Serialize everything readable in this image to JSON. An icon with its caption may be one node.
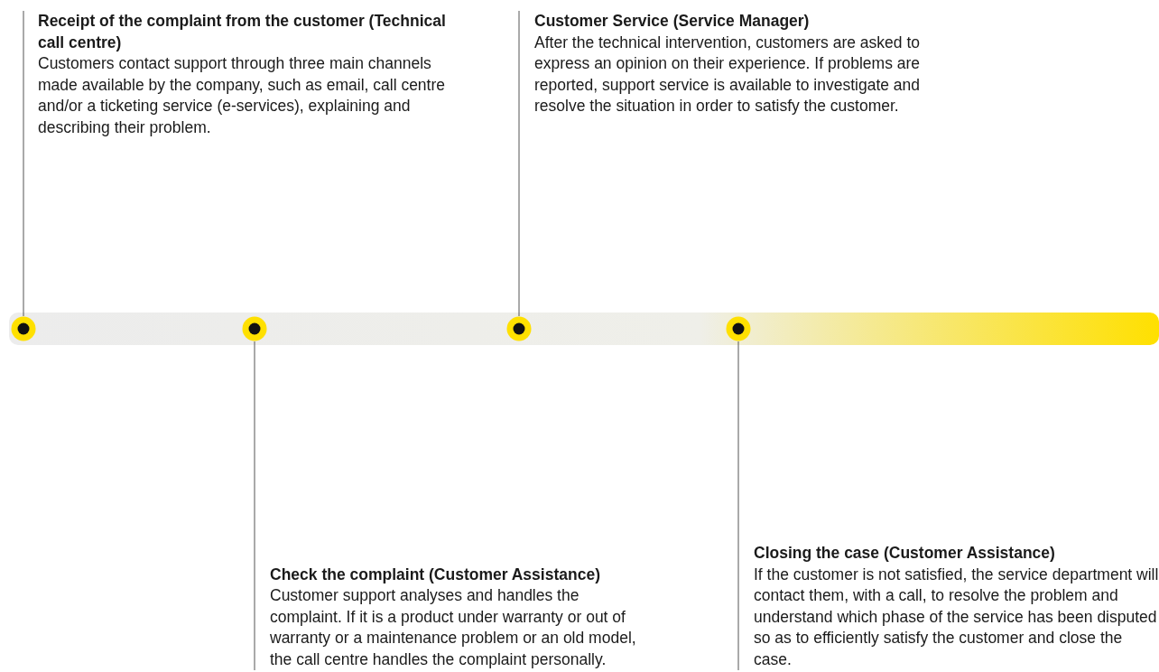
{
  "diagram": {
    "nodes": [
      {
        "text": [
          "Receipt of the complaint from the customer (Technical call centre)",
          "Customers contact support through three main channels made available by the company, such as email, call centre and/or a ticketing service (e-services), explaining and describing their problem."
        ]
      },
      {
        "text": [
          "Customer Service (Service Manager)",
          "After the technical intervention, customers are asked to express an opinion on their experience. If problems are reported, support service is available to investigate and resolve the situation in order to satisfy the customer."
        ]
      },
      {
        "text": [],
        "shape": "circle"
      },
      {
        "text": [],
        "shape": "circle"
      },
      {
        "text": [],
        "shape": "circle"
      },
      {
        "text": [],
        "shape": "circle"
      },
      {
        "text": [
          "Check the complaint (Customer Assistance)",
          "Customer support analyses and handles the complaint. If it is a product under warranty or out of warranty or a maintenance problem or an old model, the call centre handles the complaint personally."
        ]
      },
      {
        "text": [
          "Closing the case (Customer Assistance)",
          "If the customer is not satisfied, the service department will contact them, with a call, to resolve the problem and understand which phase of the service has been disputed so as to efficiently satisfy the customer and close the case."
        ]
      }
    ],
    "edges": [
      {
        "from": 0,
        "to": 2,
        "arrow": "none"
      },
      {
        "from": 1,
        "to": 4,
        "arrow": "none"
      },
      {
        "from": 6,
        "to": 3,
        "arrow": "none"
      },
      {
        "from": 7,
        "to": 5,
        "arrow": "none"
      }
    ]
  }
}
